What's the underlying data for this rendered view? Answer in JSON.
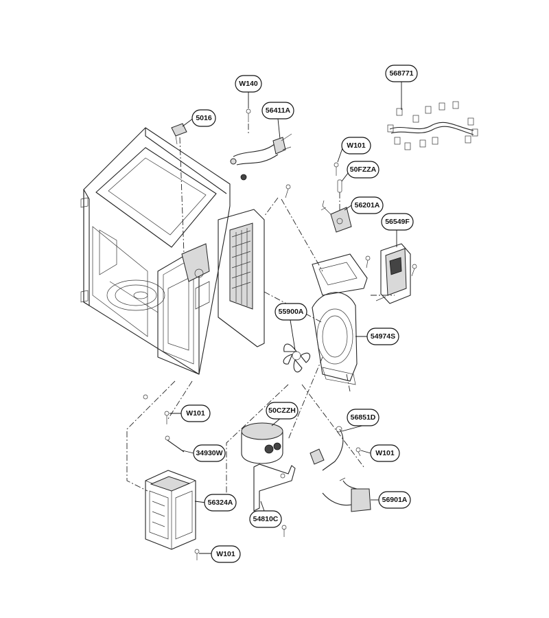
{
  "labels": {
    "l_568771": "568771",
    "l_W140": "W140",
    "l_5016": "5016",
    "l_56411A": "56411A",
    "l_W101_a": "W101",
    "l_50FZZA": "50FZZA",
    "l_56201A": "56201A",
    "l_56549F": "56549F",
    "l_55900A": "55900A",
    "l_54974S": "54974S",
    "l_W101_b": "W101",
    "l_34930W": "34930W",
    "l_50CZZH": "50CZZH",
    "l_56851D": "56851D",
    "l_W101_c": "W101",
    "l_56324A": "56324A",
    "l_56901A": "56901A",
    "l_54810C": "54810C",
    "l_W101_d": "W101"
  }
}
